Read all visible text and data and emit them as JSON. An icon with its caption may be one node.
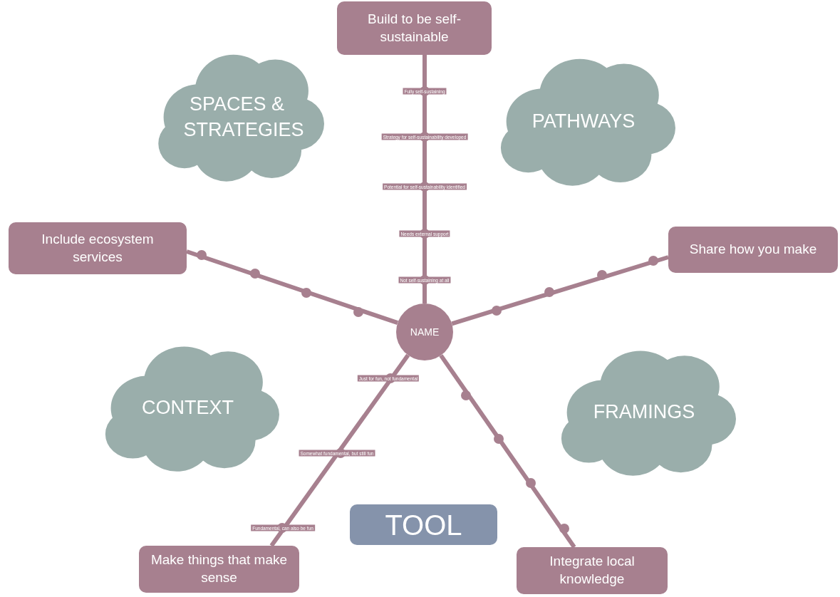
{
  "diagram": {
    "nodes": [
      {
        "text": [
          "Build to be self-sustainable"
        ]
      },
      {
        "text": [
          "SPACES & STRATEGIES"
        ]
      },
      {
        "text": [
          "PATHWAYS"
        ]
      },
      {
        "text": [
          "Include ecosystem services"
        ]
      },
      {
        "text": [
          "Share how you make"
        ]
      },
      {
        "text": [
          "NAME"
        ]
      },
      {
        "text": [
          "CONTEXT"
        ]
      },
      {
        "text": [
          "FRAMINGS"
        ]
      },
      {
        "text": [
          "TOOL"
        ]
      },
      {
        "text": [
          "Make things that make sense"
        ]
      },
      {
        "text": [
          "Integrate local knowledge"
        ]
      }
    ],
    "edges": [
      {
        "from": 5,
        "to": 0,
        "arrow": "none"
      },
      {
        "from": 5,
        "to": 3,
        "arrow": "none"
      },
      {
        "from": 5,
        "to": 4,
        "arrow": "none"
      },
      {
        "from": 5,
        "to": 10,
        "arrow": "none"
      },
      {
        "from": 5,
        "to": 9,
        "arrow": "none"
      }
    ],
    "labels": [
      "Fully self-sustaining",
      "Strategy for self-sustainability developed",
      "Potential for self-sustainability identified",
      "Needs external support",
      "Not self-sustaining at all",
      "Just for fun, not fundamental",
      "Somewhat fundamental, but still fun",
      "Fundamental, can also be fun"
    ]
  }
}
